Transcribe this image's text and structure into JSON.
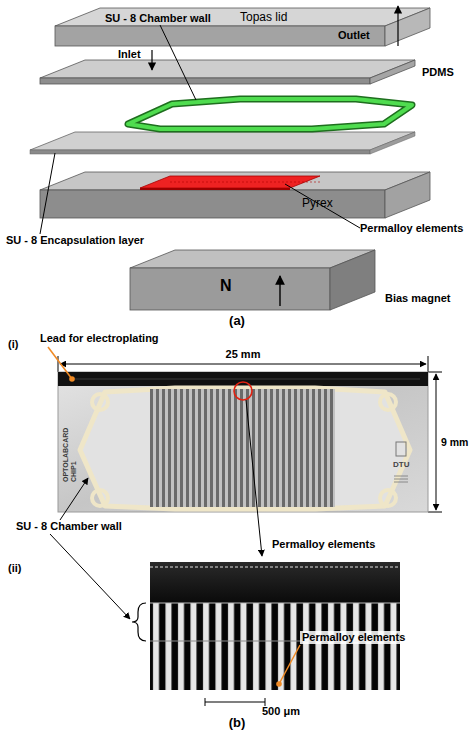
{
  "diagram": {
    "nodes": [
      {
        "text": [
          "Topas lid"
        ]
      },
      {
        "text": [
          "PDMS"
        ]
      },
      {
        "text": [
          "Pyrex"
        ]
      },
      {
        "text": [
          "N",
          "Bias magnet"
        ]
      }
    ],
    "labels": [
      "SU - 8 Chamber wall",
      "Inlet",
      "Outlet",
      "Permalloy elements",
      "SU - 8 Encapsulation layer",
      "(a)",
      "(i)",
      "Lead for electroplating",
      "25 mm",
      "9 mm",
      "OPTOLABCARD CHIP1",
      "DTU",
      "SU - 8 Chamber wall",
      "Permalloy elements",
      "(ii)",
      "Permalloy elements",
      "500 μm",
      "(b)"
    ]
  }
}
